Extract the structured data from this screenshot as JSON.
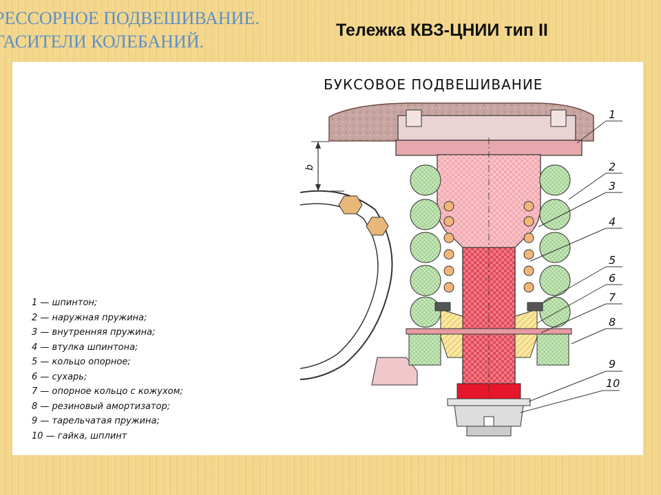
{
  "header": {
    "left_lines": [
      "РЕССОРНОЕ ПОДВЕШИВАНИЕ.",
      "ГАСИТЕЛИ КОЛЕБАНИЙ."
    ],
    "right_title": "Тележка КВЗ-ЦНИИ тип II"
  },
  "diagram": {
    "title": "БУКСОВОЕ ПОДВЕШИВАНИЕ",
    "dimension_label": "b",
    "callouts": [
      "1",
      "2",
      "3",
      "4",
      "5",
      "6",
      "7",
      "8",
      "9",
      "10"
    ],
    "legend": [
      "1 — шпинтон;",
      "2 — наружная пружина;",
      "3 — внутренняя пружина;",
      "4 — втулка шпинтона;",
      "5 — кольцо опорное;",
      "6 — сухарь;",
      "7 — опорное кольцо с кожухом;",
      "8 — резиновый амортизатор;",
      "9 — тарельчатая пружина;",
      "10 — гайка, шплинт"
    ],
    "colors": {
      "frame": "#c9a7a2",
      "spindle": "#f0a0a8",
      "bushing": "#e0394a",
      "outer_spring": "#a8d49a",
      "inner_spring": "#f2b57a",
      "rubber": "#b8d8a8",
      "insert": "#f5e36b"
    }
  }
}
